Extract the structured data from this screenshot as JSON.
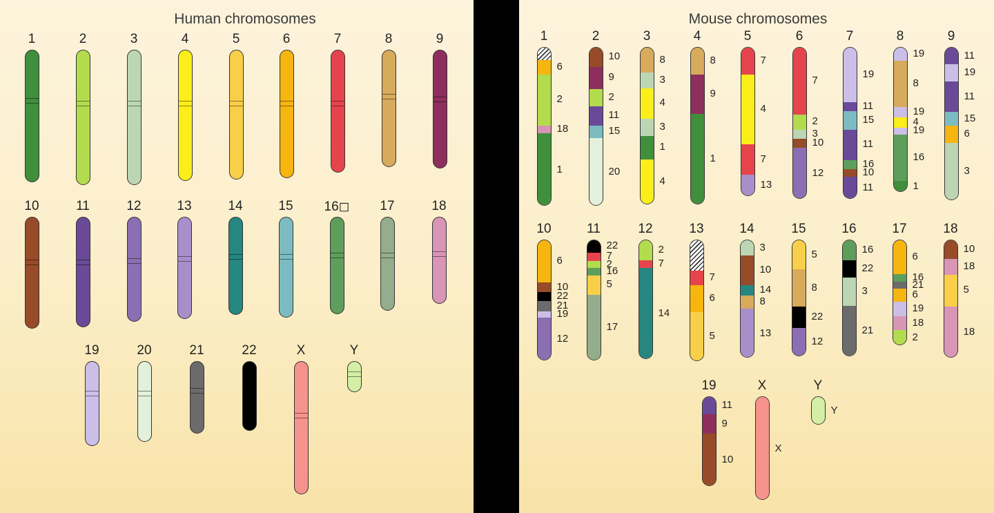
{
  "titles": {
    "human": "Human chromosomes",
    "mouse": "Mouse chromosomes"
  },
  "human": [
    {
      "label": "1",
      "color": "#3f8f3d"
    },
    {
      "label": "2",
      "color": "#b2dc4e"
    },
    {
      "label": "3",
      "color": "#bcd6b4"
    },
    {
      "label": "4",
      "color": "#fbee1a"
    },
    {
      "label": "5",
      "color": "#f9cf4a"
    },
    {
      "label": "6",
      "color": "#f6b50f"
    },
    {
      "label": "7",
      "color": "#e6444c"
    },
    {
      "label": "8",
      "color": "#d8aa5c"
    },
    {
      "label": "9",
      "color": "#8e2e5c"
    },
    {
      "label": "10",
      "color": "#974b28"
    },
    {
      "label": "11",
      "color": "#6a4a98"
    },
    {
      "label": "12",
      "color": "#8b6fb2"
    },
    {
      "label": "13",
      "color": "#a98fc9"
    },
    {
      "label": "14",
      "color": "#25877f"
    },
    {
      "label": "15",
      "color": "#7cbbc1"
    },
    {
      "label": "16◻",
      "color": "#5e9e5c"
    },
    {
      "label": "17",
      "color": "#94ad8c"
    },
    {
      "label": "18",
      "color": "#d895b6"
    },
    {
      "label": "19",
      "color": "#cbbfe8"
    },
    {
      "label": "20",
      "color": "#e3f0dc"
    },
    {
      "label": "21",
      "color": "#6b6b6b"
    },
    {
      "label": "22",
      "color": "#000000"
    },
    {
      "label": "X",
      "color": "#f5938c"
    },
    {
      "label": "Y",
      "color": "#d4eea6"
    }
  ],
  "mouse": [
    {
      "label": "1",
      "segments": [
        {
          "label": "",
          "color": "hatch",
          "f": 0.08
        },
        {
          "label": "6",
          "color": "#f6b50f",
          "f": 0.09
        },
        {
          "label": "2",
          "color": "#b2dc4e",
          "f": 0.32
        },
        {
          "label": "18",
          "color": "#d895b6",
          "f": 0.05
        },
        {
          "label": "1",
          "color": "#3f8f3d",
          "f": 0.46
        }
      ]
    },
    {
      "label": "2",
      "segments": [
        {
          "label": "10",
          "color": "#974b28",
          "f": 0.12
        },
        {
          "label": "9",
          "color": "#8e2e5c",
          "f": 0.14
        },
        {
          "label": "2",
          "color": "#b2dc4e",
          "f": 0.11
        },
        {
          "label": "11",
          "color": "#6a4a98",
          "f": 0.12
        },
        {
          "label": "15",
          "color": "#7cbbc1",
          "f": 0.08
        },
        {
          "label": "20",
          "color": "#e3f0dc",
          "f": 0.43
        }
      ]
    },
    {
      "label": "3",
      "segments": [
        {
          "label": "8",
          "color": "#d8aa5c",
          "f": 0.16
        },
        {
          "label": "3",
          "color": "#bcd6b4",
          "f": 0.1
        },
        {
          "label": "4",
          "color": "#fbee1a",
          "f": 0.19
        },
        {
          "label": "3",
          "color": "#bcd6b4",
          "f": 0.11
        },
        {
          "label": "1",
          "color": "#3f8f3d",
          "f": 0.15
        },
        {
          "label": "4",
          "color": "#fbee1a",
          "f": 0.29
        }
      ]
    },
    {
      "label": "4",
      "segments": [
        {
          "label": "8",
          "color": "#d8aa5c",
          "f": 0.17
        },
        {
          "label": "9",
          "color": "#8e2e5c",
          "f": 0.25
        },
        {
          "label": "1",
          "color": "#3f8f3d",
          "f": 0.58
        }
      ]
    },
    {
      "label": "5",
      "segments": [
        {
          "label": "7",
          "color": "#e6444c",
          "f": 0.18
        },
        {
          "label": "4",
          "color": "#fbee1a",
          "f": 0.47
        },
        {
          "label": "7",
          "color": "#e6444c",
          "f": 0.2
        },
        {
          "label": "13",
          "color": "#a98fc9",
          "f": 0.15
        }
      ]
    },
    {
      "label": "6",
      "segments": [
        {
          "label": "7",
          "color": "#e6444c",
          "f": 0.44
        },
        {
          "label": "2",
          "color": "#b2dc4e",
          "f": 0.1
        },
        {
          "label": "3",
          "color": "#bcd6b4",
          "f": 0.06
        },
        {
          "label": "10",
          "color": "#974b28",
          "f": 0.06
        },
        {
          "label": "12",
          "color": "#8b6fb2",
          "f": 0.34
        }
      ]
    },
    {
      "label": "7",
      "segments": [
        {
          "label": "19",
          "color": "#cbbfe8",
          "f": 0.36
        },
        {
          "label": "11",
          "color": "#6a4a98",
          "f": 0.06
        },
        {
          "label": "15",
          "color": "#7cbbc1",
          "f": 0.12
        },
        {
          "label": "11",
          "color": "#6a4a98",
          "f": 0.2
        },
        {
          "label": "16",
          "color": "#5e9e5c",
          "f": 0.06
        },
        {
          "label": "10",
          "color": "#974b28",
          "f": 0.05
        },
        {
          "label": "11",
          "color": "#6a4a98",
          "f": 0.15
        }
      ]
    },
    {
      "label": "8",
      "segments": [
        {
          "label": "19",
          "color": "#cbbfe8",
          "f": 0.09
        },
        {
          "label": "8",
          "color": "#d8aa5c",
          "f": 0.32
        },
        {
          "label": "19",
          "color": "#cbbfe8",
          "f": 0.07
        },
        {
          "label": "4",
          "color": "#fbee1a",
          "f": 0.07
        },
        {
          "label": "19",
          "color": "#cbbfe8",
          "f": 0.05
        },
        {
          "label": "16",
          "color": "#5e9e5c",
          "f": 0.32
        },
        {
          "label": "1",
          "color": "#3f8f3d",
          "f": 0.08
        }
      ]
    },
    {
      "label": "9",
      "segments": [
        {
          "label": "11",
          "color": "#6a4a98",
          "f": 0.11
        },
        {
          "label": "19",
          "color": "#cbbfe8",
          "f": 0.11
        },
        {
          "label": "11",
          "color": "#6a4a98",
          "f": 0.2
        },
        {
          "label": "15",
          "color": "#7cbbc1",
          "f": 0.09
        },
        {
          "label": "6",
          "color": "#f6b50f",
          "f": 0.11
        },
        {
          "label": "3",
          "color": "#bcd6b4",
          "f": 0.38
        }
      ]
    },
    {
      "label": "10",
      "segments": [
        {
          "label": "6",
          "color": "#f6b50f",
          "f": 0.35
        },
        {
          "label": "10",
          "color": "#974b28",
          "f": 0.08
        },
        {
          "label": "22",
          "color": "#000000",
          "f": 0.07
        },
        {
          "label": "21",
          "color": "#6b6b6b",
          "f": 0.09
        },
        {
          "label": "19",
          "color": "#cbbfe8",
          "f": 0.05
        },
        {
          "label": "12",
          "color": "#8b6fb2",
          "f": 0.36
        }
      ]
    },
    {
      "label": "11",
      "segments": [
        {
          "label": "22",
          "color": "#000000",
          "f": 0.1
        },
        {
          "label": "7",
          "color": "#e6444c",
          "f": 0.07
        },
        {
          "label": "2",
          "color": "#b2dc4e",
          "f": 0.06
        },
        {
          "label": "16",
          "color": "#5e9e5c",
          "f": 0.06
        },
        {
          "label": "5",
          "color": "#f9cf4a",
          "f": 0.16
        },
        {
          "label": "17",
          "color": "#94ad8c",
          "f": 0.55
        }
      ]
    },
    {
      "label": "12",
      "segments": [
        {
          "label": "2",
          "color": "#b2dc4e",
          "f": 0.17
        },
        {
          "label": "7",
          "color": "#e6444c",
          "f": 0.06
        },
        {
          "label": "14",
          "color": "#25877f",
          "f": 0.77
        }
      ]
    },
    {
      "label": "13",
      "segments": [
        {
          "label": "",
          "color": "hatch",
          "f": 0.25
        },
        {
          "label": "7",
          "color": "#e6444c",
          "f": 0.12
        },
        {
          "label": "6",
          "color": "#f6b50f",
          "f": 0.22
        },
        {
          "label": "5",
          "color": "#f9cf4a",
          "f": 0.41
        }
      ]
    },
    {
      "label": "14",
      "segments": [
        {
          "label": "3",
          "color": "#bcd6b4",
          "f": 0.13
        },
        {
          "label": "10",
          "color": "#974b28",
          "f": 0.25
        },
        {
          "label": "14",
          "color": "#25877f",
          "f": 0.09
        },
        {
          "label": "8",
          "color": "#d8aa5c",
          "f": 0.11
        },
        {
          "label": "13",
          "color": "#a98fc9",
          "f": 0.42
        }
      ]
    },
    {
      "label": "15",
      "segments": [
        {
          "label": "5",
          "color": "#f9cf4a",
          "f": 0.25
        },
        {
          "label": "8",
          "color": "#d8aa5c",
          "f": 0.32
        },
        {
          "label": "22",
          "color": "#000000",
          "f": 0.18
        },
        {
          "label": "12",
          "color": "#8b6fb2",
          "f": 0.25
        }
      ]
    },
    {
      "label": "16",
      "segments": [
        {
          "label": "16",
          "color": "#5e9e5c",
          "f": 0.17
        },
        {
          "label": "22",
          "color": "#000000",
          "f": 0.15
        },
        {
          "label": "3",
          "color": "#bcd6b4",
          "f": 0.24
        },
        {
          "label": "21",
          "color": "#6b6b6b",
          "f": 0.44
        }
      ]
    },
    {
      "label": "17",
      "segments": [
        {
          "label": "6",
          "color": "#f6b50f",
          "f": 0.32
        },
        {
          "label": "16",
          "color": "#5e9e5c",
          "f": 0.07
        },
        {
          "label": "21",
          "color": "#6b6b6b",
          "f": 0.07
        },
        {
          "label": "6",
          "color": "#f6b50f",
          "f": 0.12
        },
        {
          "label": "19",
          "color": "#cbbfe8",
          "f": 0.14
        },
        {
          "label": "18",
          "color": "#d895b6",
          "f": 0.13
        },
        {
          "label": "2",
          "color": "#b2dc4e",
          "f": 0.15
        }
      ]
    },
    {
      "label": "18",
      "segments": [
        {
          "label": "10",
          "color": "#974b28",
          "f": 0.16
        },
        {
          "label": "18",
          "color": "#d895b6",
          "f": 0.13
        },
        {
          "label": "5",
          "color": "#f9cf4a",
          "f": 0.27
        },
        {
          "label": "18",
          "color": "#d895b6",
          "f": 0.44
        }
      ]
    },
    {
      "label": "19",
      "segments": [
        {
          "label": "11",
          "color": "#6a4a98",
          "f": 0.19
        },
        {
          "label": "9",
          "color": "#8e2e5c",
          "f": 0.22
        },
        {
          "label": "10",
          "color": "#974b28",
          "f": 0.59
        }
      ]
    },
    {
      "label": "X",
      "segments": [
        {
          "label": "X",
          "color": "#f5938c",
          "f": 1.0
        }
      ]
    },
    {
      "label": "Y",
      "segments": [
        {
          "label": "Y",
          "color": "#d4eea6",
          "f": 1.0
        }
      ]
    }
  ]
}
